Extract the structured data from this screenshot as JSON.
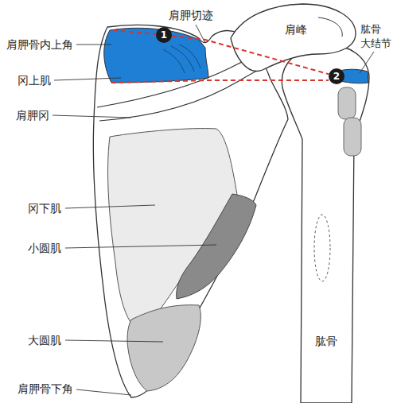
{
  "diagram": {
    "nodes": [
      {
        "text": [
          "1"
        ]
      },
      {
        "text": [
          "2"
        ]
      }
    ],
    "edges": [
      {
        "from": 0,
        "to": 1,
        "arrow": "none"
      }
    ],
    "labels": [
      "肩胛切迹",
      "肩峰",
      "肱骨 大结节",
      "肩胛骨内上角",
      "冈上肌",
      "肩胛冈",
      "冈下肌",
      "小圆肌",
      "大圆肌",
      "肩胛骨下角",
      "肱骨"
    ]
  }
}
